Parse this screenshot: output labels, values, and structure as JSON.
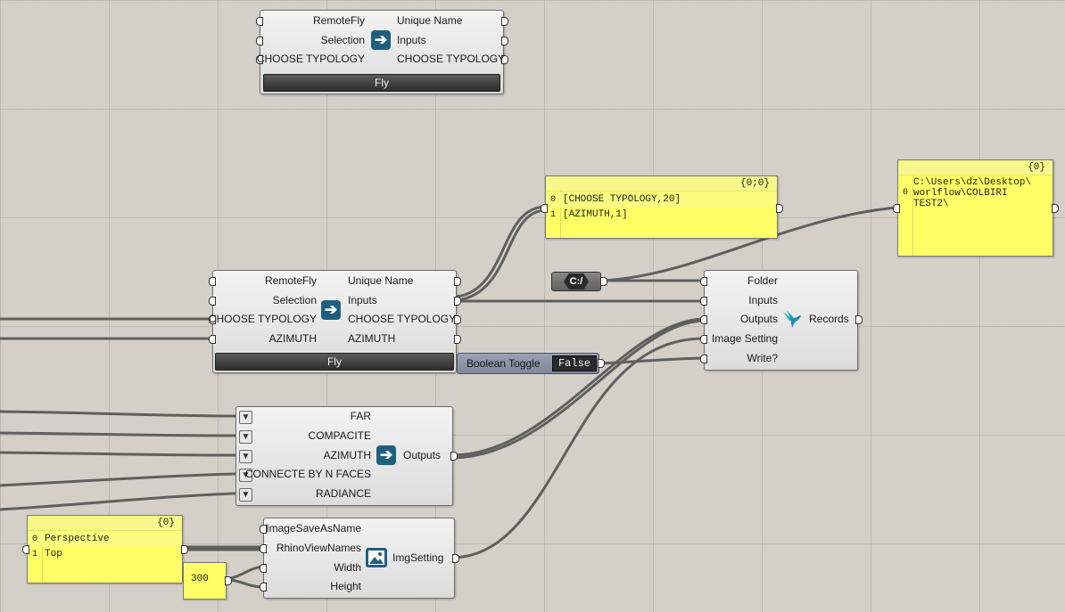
{
  "fly_top": {
    "inputs": [
      "RemoteFly",
      "Selection",
      "CHOOSE TYPOLOGY"
    ],
    "outputs": [
      "Unique Name",
      "Inputs",
      "CHOOSE TYPOLOGY"
    ],
    "icon": "fly-arrow-icon",
    "button": "Fly"
  },
  "fly_mid": {
    "inputs": [
      "RemoteFly",
      "Selection",
      "CHOOSE TYPOLOGY",
      "AZIMUTH"
    ],
    "outputs": [
      "Unique Name",
      "Inputs",
      "CHOOSE TYPOLOGY",
      "AZIMUTH"
    ],
    "icon": "fly-arrow-icon",
    "button": "Fly"
  },
  "panel_inputs": {
    "header": "{0;0}",
    "rows": [
      {
        "index": "0",
        "text": "[CHOOSE TYPOLOGY,20]"
      },
      {
        "index": "1",
        "text": "[AZIMUTH,1]"
      }
    ]
  },
  "panel_path": {
    "header": "{0}",
    "index": "0",
    "lines": [
      "C:\\Users\\dz\\Desktop\\",
      "worlflow\\COLBIRI",
      "TEST2\\"
    ]
  },
  "path_param": {
    "label": "C:/",
    "icon": "file-path-icon"
  },
  "records": {
    "inputs": [
      "Folder",
      "Inputs",
      "Outputs",
      "Image Setting",
      "Write?"
    ],
    "output": "Records",
    "icon": "colibri-bird-icon"
  },
  "toggle": {
    "label": "Boolean Toggle",
    "value": "False"
  },
  "data_outputs": {
    "inputs": [
      "FAR",
      "COMPACITE",
      "AZIMUTH",
      "CONNECTE BY N FACES",
      "RADIANCE"
    ],
    "output": "Outputs",
    "icon": "fly-arrow-icon"
  },
  "panel_views": {
    "header": "{0}",
    "rows": [
      {
        "index": "0",
        "text": "Perspective"
      },
      {
        "index": "1",
        "text": "Top"
      }
    ]
  },
  "img_setting": {
    "inputs": [
      "ImageSaveAsName",
      "RhinoViewNames",
      "Width",
      "Height"
    ],
    "output": "ImgSetting",
    "icon": "image-icon"
  },
  "number_param": {
    "value": "300"
  },
  "colors": {
    "panel": "#ffff66",
    "canvas": "#d4d0c8",
    "icon_blue": "#1f5f7e",
    "bird": "#1cb5b0"
  }
}
